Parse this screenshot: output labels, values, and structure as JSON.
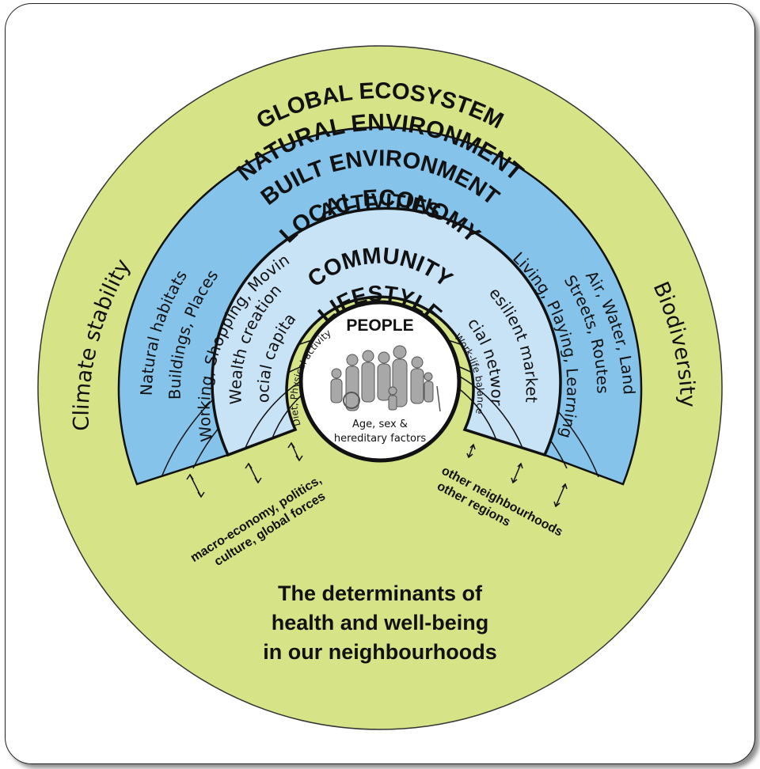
{
  "rings": {
    "global": "GLOBAL ECOSYSTEM",
    "natural": "NATURAL ENVIRONMENT",
    "built": "BUILT ENVIRONMENT",
    "activities": "ACTIVITIES",
    "economy": "LOCAL ECONOMY",
    "community": "COMMUNITY",
    "lifestyle": "LIFESTYLE",
    "people": "PEOPLE"
  },
  "left_labels": {
    "climate": "Climate stability",
    "natural": "Natural habitats",
    "built": "Buildings, Places",
    "activities": "Working, Shopping, Moving",
    "economy": "Wealth creation",
    "community": "Social capital",
    "lifestyle": "Diet, Physical activity"
  },
  "right_labels": {
    "biodiversity": "Biodiversity",
    "natural": "Air, Water, Land",
    "built": "Streets, Routes",
    "activities": "Living, Playing, Learning",
    "economy": "Resilient markets",
    "community": "Social networks",
    "lifestyle": "Work-life balance"
  },
  "people_caption": [
    "Age, sex &",
    "hereditary factors"
  ],
  "influences_left": [
    "macro-economy, politics,",
    "culture, global forces"
  ],
  "influences_right": [
    "other neighbourhoods",
    "other regions"
  ],
  "caption_lines": [
    "The determinants of",
    "health and well-being",
    "in our neighbourhoods"
  ],
  "colors": {
    "global": "#d6e487",
    "outer_blue": "#86c3ea",
    "inner_blue": "#c8e2f6",
    "core": "#ffffff",
    "figures": "#a8a8a8"
  }
}
